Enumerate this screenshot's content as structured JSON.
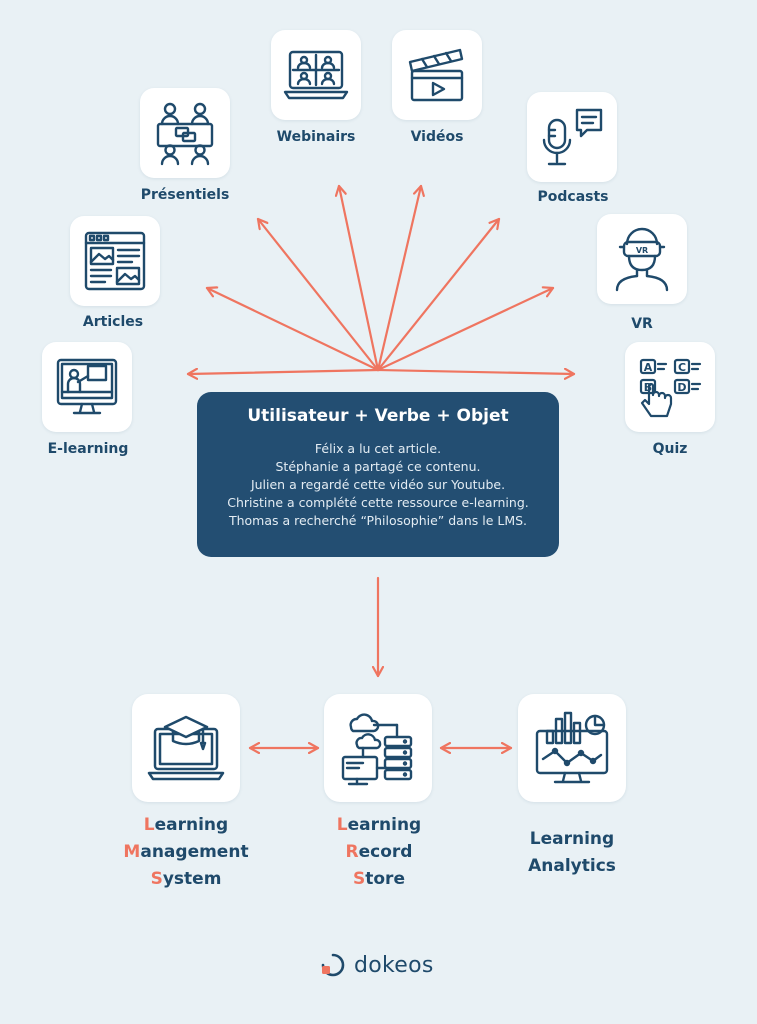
{
  "sources": [
    {
      "id": "webinairs",
      "label": "Webinairs",
      "icon": "webinar-icon"
    },
    {
      "id": "videos",
      "label": "Vidéos",
      "icon": "clapperboard-icon"
    },
    {
      "id": "presentiels",
      "label": "Présentiels",
      "icon": "meeting-icon"
    },
    {
      "id": "podcasts",
      "label": "Podcasts",
      "icon": "microphone-icon"
    },
    {
      "id": "articles",
      "label": "Articles",
      "icon": "article-icon"
    },
    {
      "id": "vr",
      "label": "VR",
      "icon": "vr-headset-icon"
    },
    {
      "id": "elearning",
      "label": "E-learning",
      "icon": "elearning-icon"
    },
    {
      "id": "quiz",
      "label": "Quiz",
      "icon": "quiz-icon"
    }
  ],
  "statement": {
    "title": "Utilisateur + Verbe + Objet",
    "examples": [
      "Félix a lu cet article.",
      "Stéphanie a partagé ce contenu.",
      "Julien a regardé cette vidéo sur Youtube.",
      "Christine a complété cette ressource e-learning.",
      "Thomas a recherché “Philosophie” dans le LMS."
    ]
  },
  "systems": [
    {
      "id": "lms",
      "icon": "graduation-laptop-icon",
      "lines": [
        {
          "initial": "L",
          "rest": "earning"
        },
        {
          "initial": "M",
          "rest": "anagement"
        },
        {
          "initial": "S",
          "rest": "ystem"
        }
      ]
    },
    {
      "id": "lrs",
      "icon": "cloud-server-icon",
      "lines": [
        {
          "initial": "L",
          "rest": "earning"
        },
        {
          "initial": "R",
          "rest": "ecord"
        },
        {
          "initial": "S",
          "rest": "tore"
        }
      ]
    },
    {
      "id": "analytics",
      "icon": "analytics-dashboard-icon",
      "lines": [
        {
          "initial": "",
          "rest": "Learning"
        },
        {
          "initial": "",
          "rest": "Analytics"
        }
      ]
    }
  ],
  "brand": {
    "name": "dokeos",
    "icon": "dokeos-logo-icon"
  },
  "colors": {
    "navy": "#234e72",
    "text": "#1f4a6b",
    "accent": "#ef7560",
    "background": "#e9f1f5",
    "tile": "#ffffff"
  }
}
